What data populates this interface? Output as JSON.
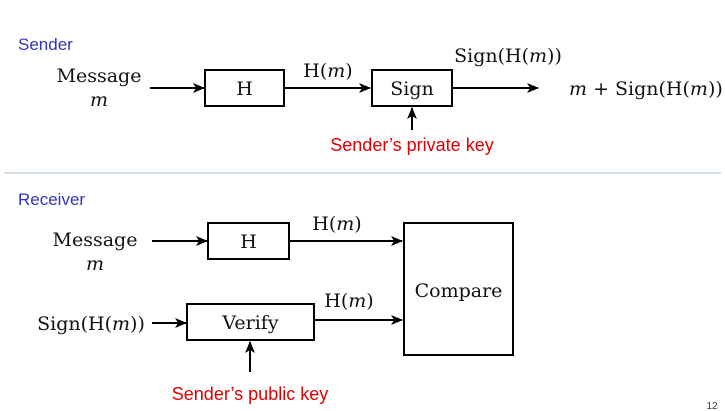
{
  "colors": {
    "heading": "#3333bb",
    "key": "#e00000",
    "line": "#000000",
    "divider": "#a9bfcf"
  },
  "sender": {
    "heading": "Sender",
    "message_label": "Message",
    "message_var": "m",
    "hash_box": "H",
    "hash_out_pre": "H(",
    "hash_out_var": "m",
    "hash_out_post": ")",
    "sign_box": "Sign",
    "sign_out_pre": "Sign(H(",
    "sign_out_var": "m",
    "sign_out_post": "))",
    "result_var": "m",
    "result_rest": " + Sign(H(",
    "result_var2": "m",
    "result_post": "))",
    "private_key": "Sender’s private key"
  },
  "receiver": {
    "heading": "Receiver",
    "message_label": "Message",
    "message_var": "m",
    "hash_box": "H",
    "hash_out_pre": "H(",
    "hash_out_var": "m",
    "hash_out_post": ")",
    "sig_in_pre": "Sign(H(",
    "sig_in_var": "m",
    "sig_in_post": "))",
    "verify_box": "Verify",
    "verify_out_pre": "H(",
    "verify_out_var": "m",
    "verify_out_post": ")",
    "compare_box": "Compare",
    "public_key": "Sender’s public key"
  },
  "page_number": "12"
}
